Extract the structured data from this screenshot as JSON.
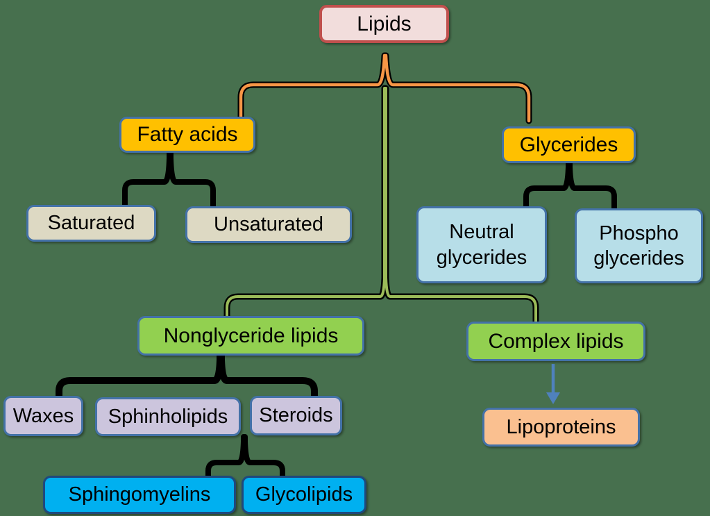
{
  "title": "Lipids classification diagram",
  "colors": {
    "background": "#47704E",
    "lipids_fill": "#F2DDDC",
    "lipids_border": "#C0504D",
    "gold_fill": "#FFC000",
    "tan_fill": "#DDD9C3",
    "lightblue_fill": "#B7DEE8",
    "green_fill": "#92D050",
    "lavender_fill": "#CCC5DD",
    "brightblue_fill": "#00B0F0",
    "peach_fill": "#FAC090",
    "box_border_blue": "#4472A8",
    "box_border_navy": "#1F497D",
    "brace_orange": "#F79646",
    "brace_olive": "#9BBB59",
    "brace_black": "#000000",
    "arrow_blue": "#4F81BD"
  },
  "nodes": {
    "lipids": {
      "label": "Lipids"
    },
    "fatty_acids": {
      "label": "Fatty acids"
    },
    "glycerides": {
      "label": "Glycerides"
    },
    "saturated": {
      "label": "Saturated"
    },
    "unsaturated": {
      "label": "Unsaturated"
    },
    "neutral_glycerides": {
      "label": "Neutral glycerides"
    },
    "phospho_glycerides": {
      "label": "Phospho glycerides"
    },
    "nonglyceride_lipids": {
      "label": "Nonglyceride lipids"
    },
    "complex_lipids": {
      "label": "Complex lipids"
    },
    "waxes": {
      "label": "Waxes"
    },
    "sphinholipids": {
      "label": "Sphinholipids"
    },
    "steroids": {
      "label": "Steroids"
    },
    "sphingomyelins": {
      "label": "Sphingomyelins"
    },
    "glycolipids": {
      "label": "Glycolipids"
    },
    "lipoproteins": {
      "label": "Lipoproteins"
    }
  },
  "hierarchy": [
    {
      "parent": "Lipids",
      "children": [
        "Fatty acids",
        "Glycerides",
        "Nonglyceride lipids",
        "Complex lipids"
      ]
    },
    {
      "parent": "Fatty acids",
      "children": [
        "Saturated",
        "Unsaturated"
      ]
    },
    {
      "parent": "Glycerides",
      "children": [
        "Neutral glycerides",
        "Phospho glycerides"
      ]
    },
    {
      "parent": "Nonglyceride lipids",
      "children": [
        "Waxes",
        "Sphinholipids",
        "Steroids"
      ]
    },
    {
      "parent": "Sphinholipids",
      "children": [
        "Sphingomyelins",
        "Glycolipids"
      ]
    },
    {
      "parent": "Complex lipids",
      "children": [
        "Lipoproteins"
      ]
    }
  ]
}
